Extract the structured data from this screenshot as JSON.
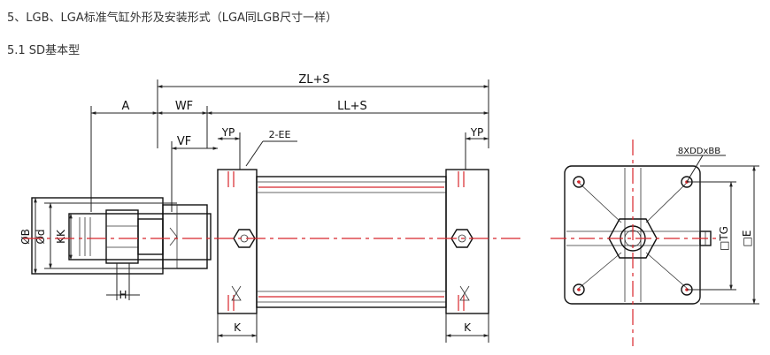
{
  "heading": {
    "section_title": "5、LGB、LGA标准气缸外形及安装形式（LGA同LGB尺寸一样）",
    "subsection_title": "5.1 SD基本型"
  },
  "dimensions": {
    "zl_s": "ZL+S",
    "a": "A",
    "wf": "WF",
    "ll_s": "LL+S",
    "vf": "VF",
    "yp_left": "YP",
    "yp_right": "YP",
    "ee": "2-EE",
    "phi_b": "ØB",
    "phi_d": "Ød",
    "kk": "KK",
    "h": "H",
    "k_left": "K",
    "k_right": "K",
    "holes": "8XDDxBB",
    "tg": "□TG",
    "e": "□E"
  },
  "colors": {
    "centerline": "#d8262c",
    "outline": "#111111"
  }
}
